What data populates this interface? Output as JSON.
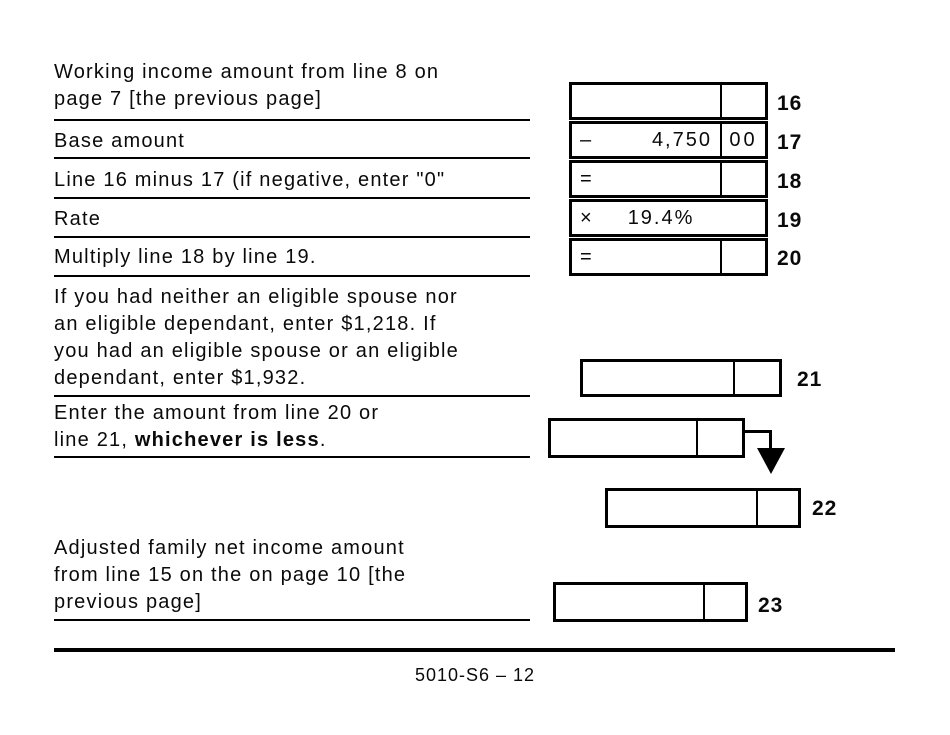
{
  "form": {
    "footer": "5010-S6 – 12",
    "left_rows": [
      {
        "lines": [
          "Working income amount from line 8 on",
          "page 7 [the previous page]"
        ]
      },
      {
        "lines": [
          "Base amount"
        ]
      },
      {
        "lines": [
          "Line 16 minus 17 (if negative, enter \"0\""
        ]
      },
      {
        "lines": [
          "Rate"
        ]
      },
      {
        "lines": [
          "Multiply line 18 by line 19."
        ]
      },
      {
        "lines": [
          "If you had neither an eligible spouse nor",
          "an eligible dependant, enter $1,218. If",
          "you had an eligible spouse or an eligible",
          "dependant, enter $1,932."
        ]
      },
      {
        "line1": "Enter the amount from line 20 or",
        "line2_prefix": "line 21, ",
        "line2_bold": "whichever is less",
        "line2_suffix": "."
      },
      {
        "lines": [
          "Adjusted family net income amount",
          "from line 15 on the on page 10 [the",
          "previous page]"
        ]
      }
    ],
    "boxes": {
      "line16": {
        "number": "16",
        "operator": "",
        "amount": "",
        "cents": ""
      },
      "line17": {
        "number": "17",
        "operator": "–",
        "amount": "4,750",
        "cents": "00"
      },
      "line18": {
        "number": "18",
        "operator": "=",
        "amount": "",
        "cents": ""
      },
      "line19": {
        "number": "19",
        "operator": "×",
        "rate": "19.4%"
      },
      "line20": {
        "number": "20",
        "operator": "=",
        "amount": "",
        "cents": ""
      },
      "line21": {
        "number": "21"
      },
      "line22": {
        "number": "22"
      },
      "line23": {
        "number": "23"
      }
    },
    "colors": {
      "ink": "#000000",
      "paper": "#ffffff"
    }
  }
}
